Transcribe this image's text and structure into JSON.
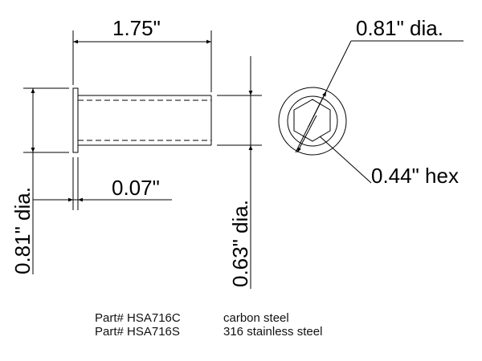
{
  "drawing": {
    "side_view": {
      "length_label": "1.75\"",
      "flange_dia_label": "0.81\" dia.",
      "flange_thickness_label": "0.07\"",
      "shaft_dia_label": "0.63\" dia."
    },
    "end_view": {
      "outer_dia_label": "0.81\" dia.",
      "hex_label": "0.44\" hex"
    }
  },
  "parts": [
    {
      "part_number": "Part# HSA716C",
      "material": "carbon steel"
    },
    {
      "part_number": "Part# HSA716S",
      "material": "316 stainless steel"
    }
  ],
  "colors": {
    "line": "#000000",
    "thin_line": "#333333",
    "background": "#ffffff"
  }
}
